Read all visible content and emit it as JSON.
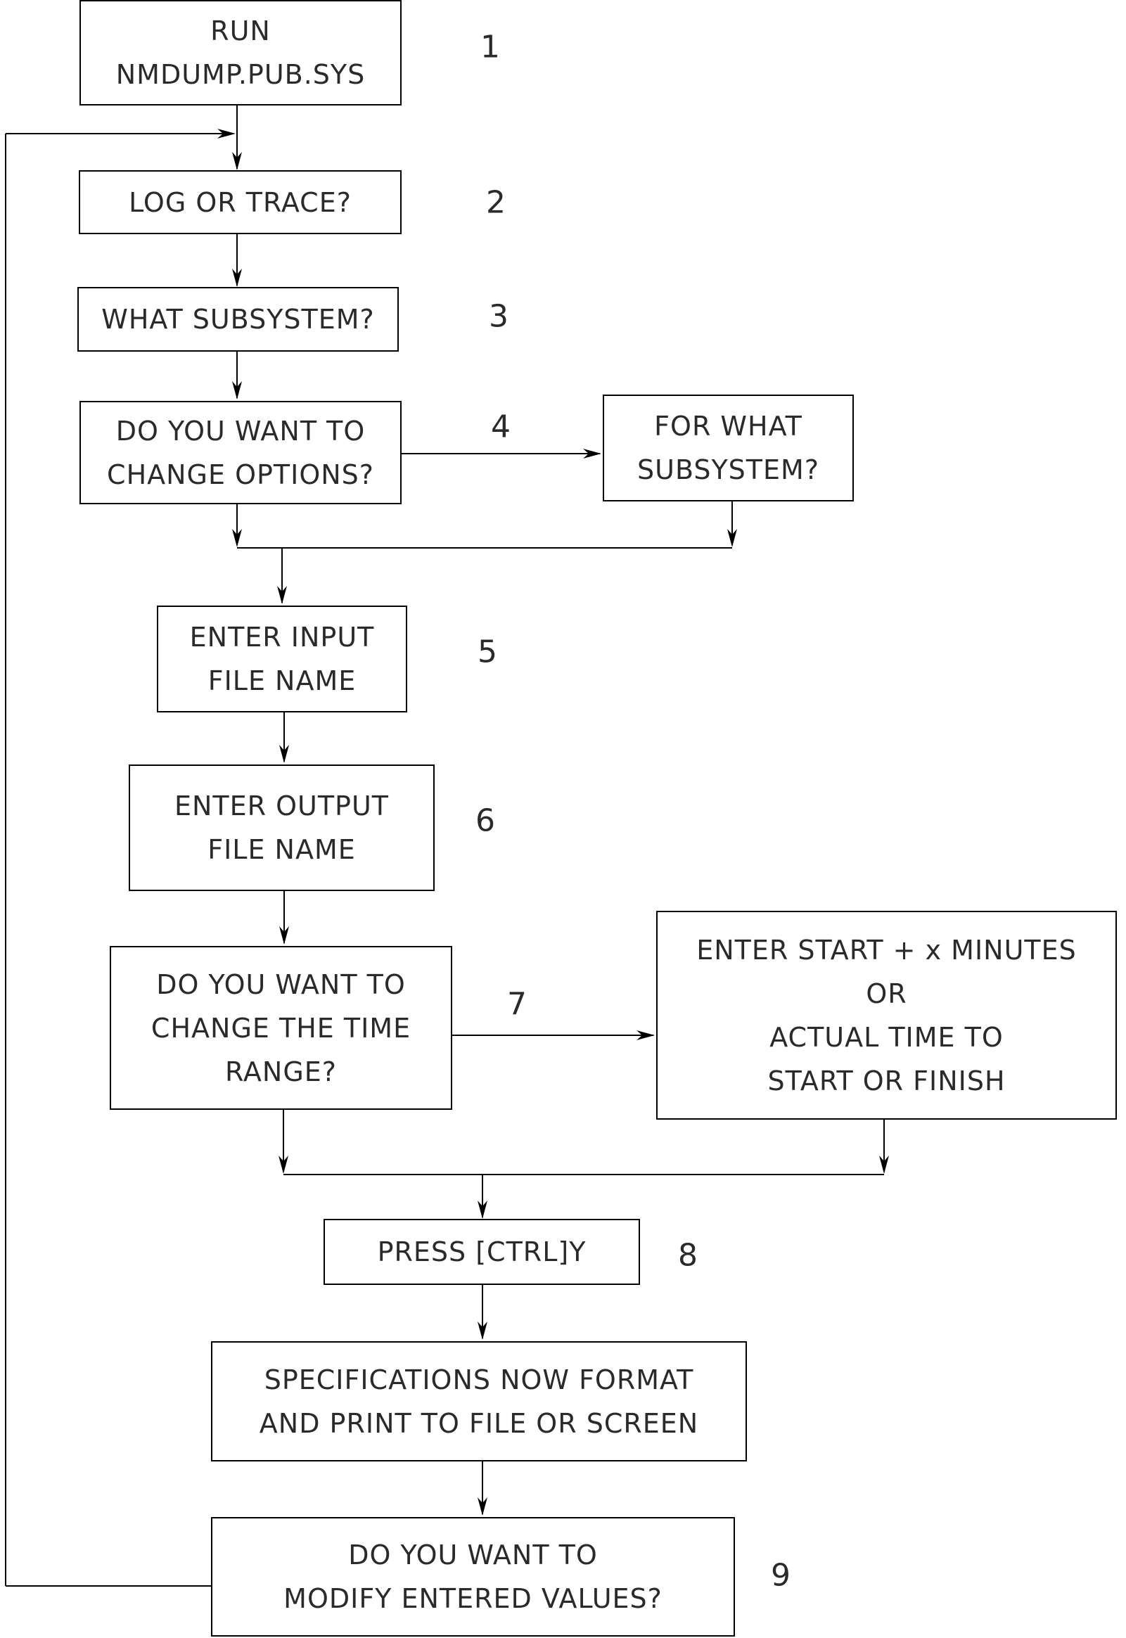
{
  "nodes": [
    {
      "key": "run-nmdump",
      "lines": [
        "RUN",
        "NMDUMP.PUB.SYS"
      ],
      "step": "1"
    },
    {
      "key": "log-or-trace",
      "lines": [
        "LOG OR TRACE?"
      ],
      "step": "2"
    },
    {
      "key": "what-subsystem",
      "lines": [
        "WHAT SUBSYSTEM?"
      ],
      "step": "3"
    },
    {
      "key": "change-options",
      "lines": [
        "DO YOU WANT TO",
        "CHANGE OPTIONS?"
      ],
      "step": "4"
    },
    {
      "key": "for-what-subsystem",
      "lines": [
        "FOR WHAT",
        "SUBSYSTEM?"
      ],
      "step": ""
    },
    {
      "key": "enter-input-file",
      "lines": [
        "ENTER INPUT",
        "FILE NAME"
      ],
      "step": "5"
    },
    {
      "key": "enter-output-file",
      "lines": [
        "ENTER OUTPUT",
        "FILE NAME"
      ],
      "step": "6"
    },
    {
      "key": "change-time-range",
      "lines": [
        "DO YOU WANT TO",
        "CHANGE THE TIME",
        "RANGE?"
      ],
      "step": "7"
    },
    {
      "key": "enter-start-time",
      "lines": [
        "ENTER START + x MINUTES",
        "OR",
        "ACTUAL TIME TO",
        "START OR FINISH"
      ],
      "step": ""
    },
    {
      "key": "press-ctrl-y",
      "lines": [
        "PRESS [CTRL]Y"
      ],
      "step": "8"
    },
    {
      "key": "specifications",
      "lines": [
        "SPECIFICATIONS NOW FORMAT",
        "AND PRINT TO FILE OR SCREEN"
      ],
      "step": ""
    },
    {
      "key": "modify-values",
      "lines": [
        "DO YOU WANT TO",
        "MODIFY ENTERED VALUES?"
      ],
      "step": "9"
    }
  ],
  "colors": {
    "line": "#000000",
    "text": "#2a2a2a",
    "background": "#ffffff"
  }
}
